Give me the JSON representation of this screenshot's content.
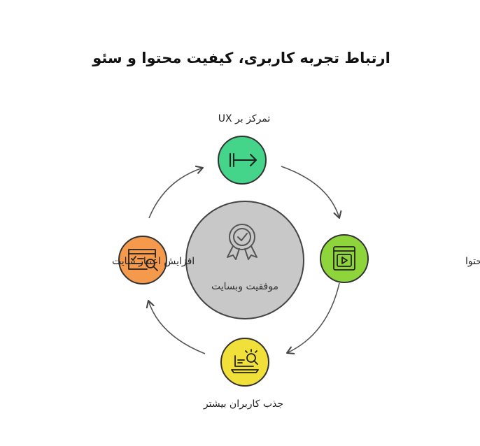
{
  "title": "ارتباط تجربه کاربری، کیفیت محتوا و سئو",
  "center": {
    "label": "موفقیت وبسایت",
    "icon": "award-badge-icon",
    "color": "#c8c8c8"
  },
  "nodes": [
    {
      "id": "top",
      "label": "تمرکز بر UX",
      "icon": "arrow-to-bar-icon",
      "color": "#44d48a"
    },
    {
      "id": "right",
      "label": "بهبود کیفیت محتوا",
      "icon": "video-frame-icon",
      "color": "#8ed53c"
    },
    {
      "id": "bottom",
      "label": "جذب کاربران بیشتر",
      "icon": "laptop-search-icon",
      "color": "#f1e03a"
    },
    {
      "id": "left",
      "label": "افزایش اعتبار سایت",
      "icon": "browser-search-icon",
      "color": "#f59a4c"
    }
  ]
}
